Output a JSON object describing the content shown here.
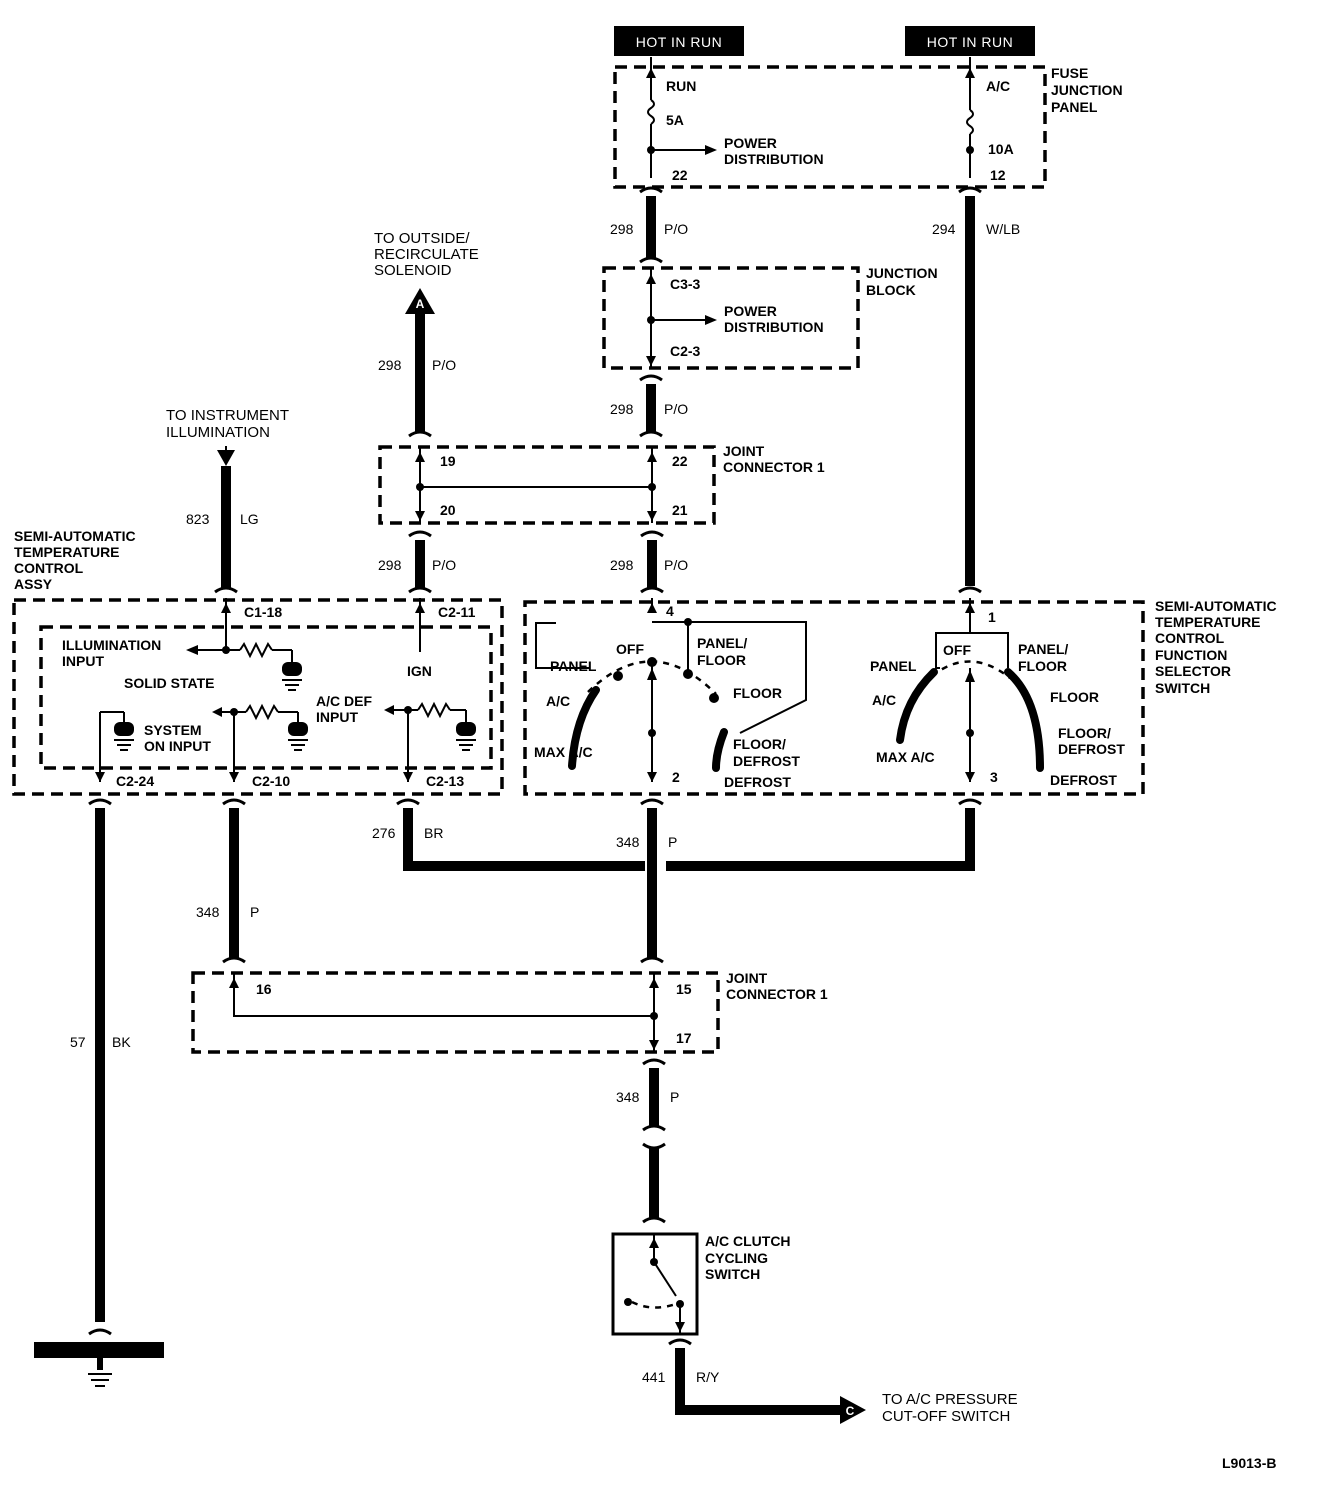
{
  "power": {
    "hot_left": "HOT IN RUN",
    "hot_right": "HOT IN RUN",
    "fuse_panel": [
      "FUSE",
      "JUNCTION",
      "PANEL"
    ],
    "fuse1_name": "RUN",
    "fuse1_rating": "5A",
    "fuse1_pin": "22",
    "fuse2_name": "A/C",
    "fuse2_rating": "10A",
    "fuse2_pin": "12",
    "power_dist": [
      "POWER",
      "DISTRIBUTION"
    ]
  },
  "junction_block": {
    "title": [
      "JUNCTION",
      "BLOCK"
    ],
    "pin_top": "C3-3",
    "pin_bottom": "C2-3",
    "power_dist": [
      "POWER",
      "DISTRIBUTION"
    ]
  },
  "joint_connector_top": {
    "title": [
      "JOINT",
      "CONNECTOR 1"
    ],
    "pins": [
      "19",
      "20",
      "22",
      "21"
    ]
  },
  "joint_connector_bottom": {
    "title": [
      "JOINT",
      "CONNECTOR 1"
    ],
    "pins": [
      "16",
      "15",
      "17"
    ]
  },
  "refs": {
    "outside_recirc": [
      "TO OUTSIDE/",
      "RECIRCULATE",
      "SOLENOID"
    ],
    "outside_recirc_marker": "A",
    "instrument": [
      "TO INSTRUMENT",
      "ILLUMINATION"
    ],
    "pressure": [
      "TO A/C PRESSURE",
      "CUT-OFF SWITCH"
    ],
    "pressure_marker": "C"
  },
  "wires": {
    "w298_a": {
      "num": "298",
      "color": "P/O"
    },
    "w294": {
      "num": "294",
      "color": "W/LB"
    },
    "w298_b": {
      "num": "298",
      "color": "P/O"
    },
    "w298_c": {
      "num": "298",
      "color": "P/O"
    },
    "w823": {
      "num": "823",
      "color": "LG"
    },
    "w298_d": {
      "num": "298",
      "color": "P/O"
    },
    "w298_e": {
      "num": "298",
      "color": "P/O"
    },
    "w276": {
      "num": "276",
      "color": "BR"
    },
    "w348_a": {
      "num": "348",
      "color": "P"
    },
    "w348_b": {
      "num": "348",
      "color": "P"
    },
    "w57": {
      "num": "57",
      "color": "BK"
    },
    "w348_c": {
      "num": "348",
      "color": "P"
    },
    "w441": {
      "num": "441",
      "color": "R/Y"
    }
  },
  "control_assy": {
    "title": [
      "SEMI-AUTOMATIC",
      "TEMPERATURE",
      "CONTROL",
      "ASSY"
    ],
    "pin_c118": "C1-18",
    "pin_c211": "C2-11",
    "pin_c224": "C2-24",
    "pin_c210": "C2-10",
    "pin_c213": "C2-13",
    "illum_input": [
      "ILLUMINATION",
      "INPUT"
    ],
    "solid_state": "SOLID STATE",
    "ign": "IGN",
    "ac_def_input": [
      "A/C DEF",
      "INPUT"
    ],
    "system_on": [
      "SYSTEM",
      "ON INPUT"
    ]
  },
  "selector_switch": {
    "title": [
      "SEMI-AUTOMATIC",
      "TEMPERATURE",
      "CONTROL",
      "FUNCTION",
      "SELECTOR",
      "SWITCH"
    ],
    "pin4": "4",
    "pin2": "2",
    "pin1": "1",
    "pin3": "3",
    "left": {
      "off": "OFF",
      "panel": "PANEL",
      "ac": "A/C",
      "max_ac": "MAX A/C",
      "panel_floor": [
        "PANEL/",
        "FLOOR"
      ],
      "floor": "FLOOR",
      "floor_defrost": [
        "FLOOR/",
        "DEFROST"
      ],
      "defrost": "DEFROST"
    },
    "right": {
      "off": "OFF",
      "panel": "PANEL",
      "ac": "A/C",
      "max_ac": "MAX A/C",
      "panel_floor": [
        "PANEL/",
        "FLOOR"
      ],
      "floor": "FLOOR",
      "floor_defrost": [
        "FLOOR/",
        "DEFROST"
      ],
      "defrost": "DEFROST"
    }
  },
  "clutch_switch": {
    "title": [
      "A/C CLUTCH",
      "CYCLING",
      "SWITCH"
    ]
  },
  "figure_id": "L9013-B"
}
